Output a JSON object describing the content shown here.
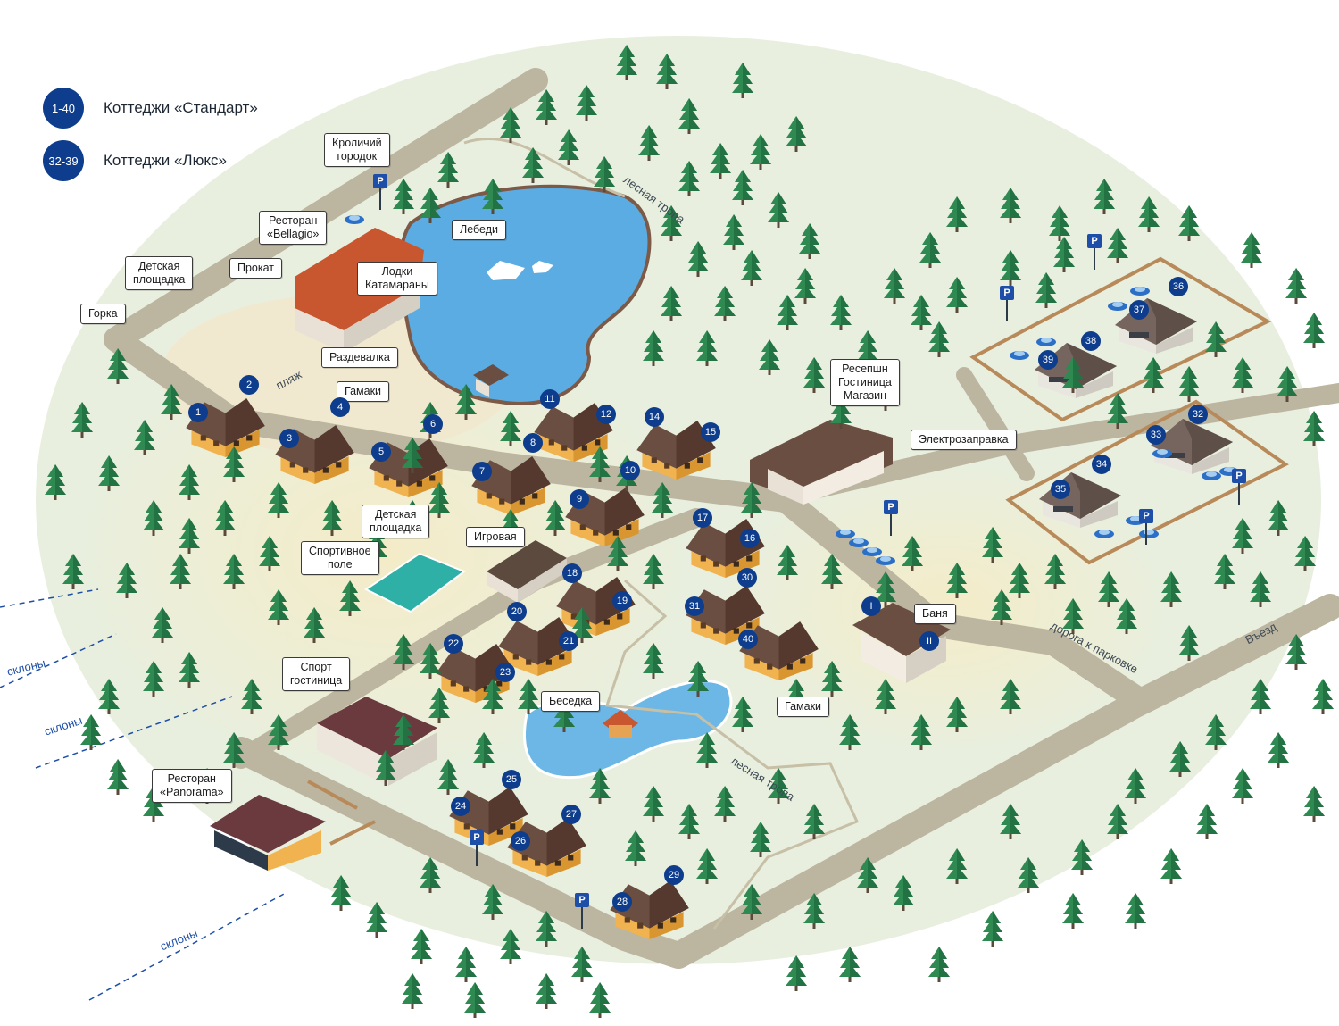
{
  "legend": {
    "standard": {
      "badge": "1-40",
      "label": "Коттеджи «Стандарт»"
    },
    "lux": {
      "badge": "32-39",
      "label": "Коттеджи «Люкс»"
    }
  },
  "colors": {
    "badge": "#0d3d8c",
    "lake": "#5aace2",
    "road": "#bcb5a0",
    "ground": "#e8efdf",
    "tree": "#2f8a52",
    "cottage_roof": "#6b4e42",
    "cottage_wall": "#f0b350",
    "slope_line": "#1d4ea8"
  },
  "labels": {
    "rabbit_town": "Кроличий\nгородок",
    "restaurant_bellagio": "Ресторан\n«Bellagio»",
    "swans": "Лебеди",
    "kids_playground_1": "Детская\nплощадка",
    "rental": "Прокат",
    "boats": "Лодки\nКатамараны",
    "slide": "Горка",
    "changing_room": "Раздевалка",
    "hammocks_1": "Гамаки",
    "reception": "Ресепшн\nГостиница\nМагазин",
    "ev_charging": "Электрозаправка",
    "kids_playground_2": "Детская\nплощадка",
    "playroom": "Игровая",
    "sports_field": "Спортивное\nполе",
    "bath": "Баня",
    "gazebo": "Беседка",
    "hammocks_2": "Гамаки",
    "sport_hotel": "Спорт\nгостиница",
    "restaurant_panorama": "Ресторан\n«Panorama»"
  },
  "map_text": {
    "forest_trail_1": "лесная тропа",
    "forest_trail_2": "лесная тропа",
    "beach": "пляж",
    "parking_road": "дорога к парковке",
    "entrance": "Въезд",
    "slopes": [
      "склоны",
      "склоны",
      "склоны"
    ]
  },
  "parking_sign": "P",
  "bath_numbers": [
    "I",
    "II"
  ],
  "cottage_numbers": [
    "1",
    "2",
    "3",
    "4",
    "5",
    "6",
    "7",
    "8",
    "9",
    "10",
    "11",
    "12",
    "14",
    "15",
    "16",
    "17",
    "18",
    "19",
    "20",
    "21",
    "22",
    "23",
    "24",
    "25",
    "26",
    "27",
    "28",
    "29",
    "30",
    "31",
    "32",
    "33",
    "34",
    "35",
    "36",
    "37",
    "38",
    "39",
    "40"
  ]
}
